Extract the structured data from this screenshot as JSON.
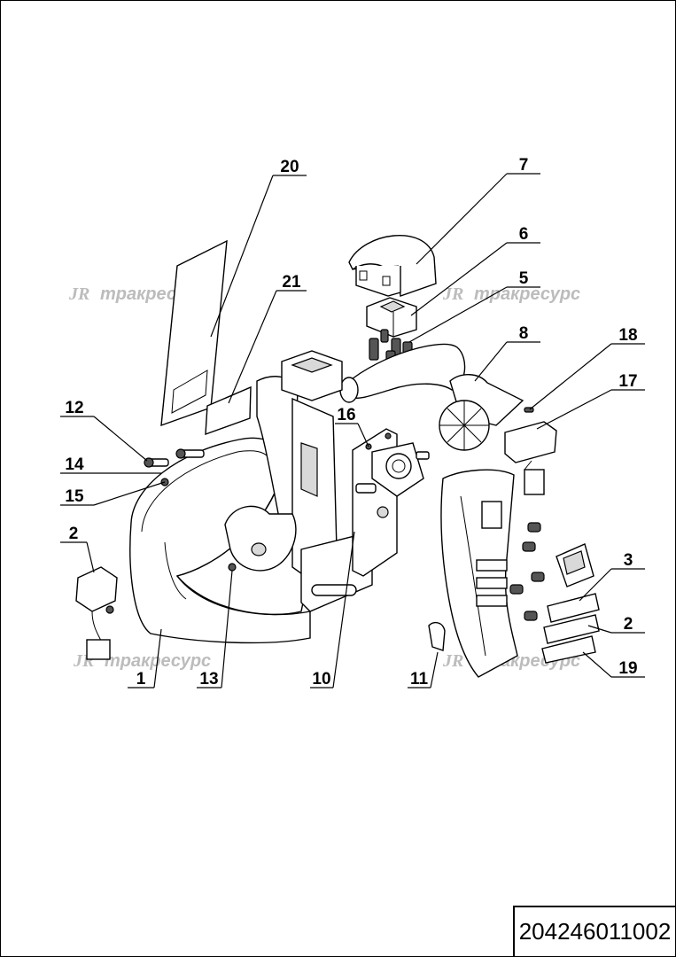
{
  "document_number": "204246011002",
  "watermark": {
    "logo": "JR",
    "text": "тракресурс"
  },
  "callouts": [
    {
      "id": "c1",
      "label": "1"
    },
    {
      "id": "c2a",
      "label": "2"
    },
    {
      "id": "c2b",
      "label": "2"
    },
    {
      "id": "c3",
      "label": "3"
    },
    {
      "id": "c5",
      "label": "5"
    },
    {
      "id": "c6",
      "label": "6"
    },
    {
      "id": "c7",
      "label": "7"
    },
    {
      "id": "c8",
      "label": "8"
    },
    {
      "id": "c10",
      "label": "10"
    },
    {
      "id": "c11",
      "label": "11"
    },
    {
      "id": "c12",
      "label": "12"
    },
    {
      "id": "c13",
      "label": "13"
    },
    {
      "id": "c14",
      "label": "14"
    },
    {
      "id": "c15",
      "label": "15"
    },
    {
      "id": "c16",
      "label": "16"
    },
    {
      "id": "c17",
      "label": "17"
    },
    {
      "id": "c18",
      "label": "18"
    },
    {
      "id": "c19",
      "label": "19"
    },
    {
      "id": "c20",
      "label": "20"
    },
    {
      "id": "c21",
      "label": "21"
    }
  ]
}
